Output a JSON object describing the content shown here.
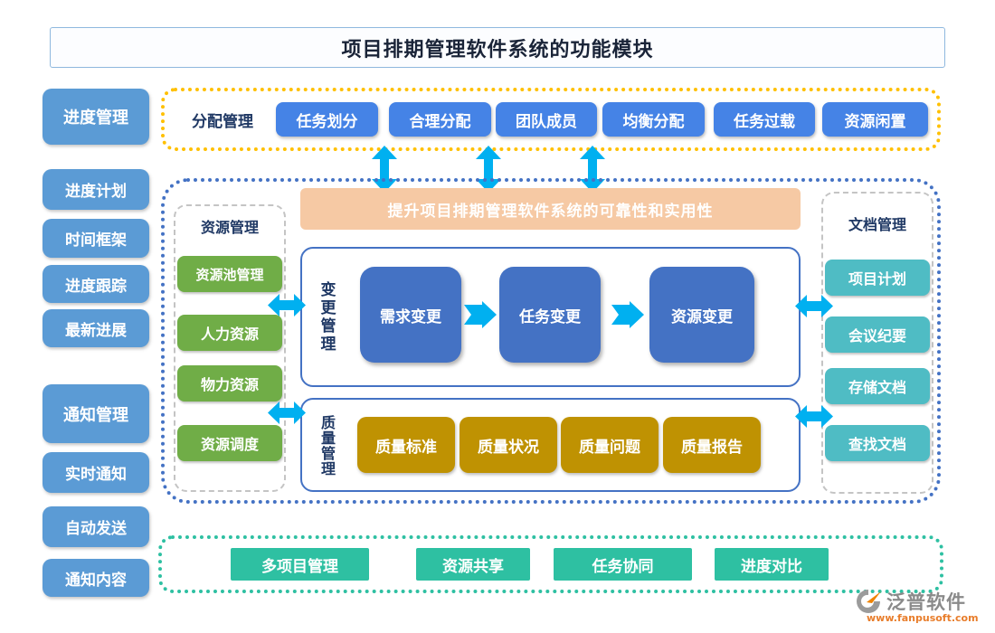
{
  "title": "项目排期管理软件系统的功能模块",
  "sidebar": {
    "items": [
      "进度管理",
      "进度计划",
      "时间框架",
      "进度跟踪",
      "最新进展",
      "通知管理",
      "实时通知",
      "自动发送",
      "通知内容"
    ]
  },
  "allocation": {
    "label": "分配管理",
    "items": [
      "任务划分",
      "合理分配",
      "团队成员",
      "均衡分配",
      "任务过载",
      "资源闲置"
    ]
  },
  "core": {
    "banner": "提升项目排期管理软件系统的可靠性和实用性",
    "resource": {
      "label": "资源管理",
      "items": [
        "资源池管理",
        "人力资源",
        "物力资源",
        "资源调度"
      ]
    },
    "change": {
      "label": "变更管理",
      "items": [
        "需求变更",
        "任务变更",
        "资源变更"
      ]
    },
    "quality": {
      "label": "质量管理",
      "items": [
        "质量标准",
        "质量状况",
        "质量问题",
        "质量报告"
      ]
    },
    "document": {
      "label": "文档管理",
      "items": [
        "项目计划",
        "会议纪要",
        "存储文档",
        "查找文档"
      ]
    }
  },
  "collaboration": {
    "items": [
      "多项目管理",
      "资源共享",
      "任务协同",
      "进度对比"
    ]
  },
  "footer": {
    "brand": "泛普软件",
    "url": "www.fanpusoft.com"
  },
  "icons": {
    "vertical_double_arrow": "double-arrow-vertical-icon",
    "horizontal_double_arrow": "double-arrow-horizontal-icon",
    "flow_arrow_right": "arrow-right-icon",
    "logo_mark": "fanpu-logo-icon"
  },
  "colors": {
    "sidebar_blue": "#5b9bd5",
    "top_button_blue": "#4583e6",
    "node_blue": "#4472c4",
    "green": "#70ad47",
    "gold": "#bf9202",
    "teal_right": "#4fbcc4",
    "teal_bottom": "#2ec0a2",
    "dotted_yellow": "#ffc000",
    "dotted_blue": "#4472c4",
    "dotted_teal": "#2ec0a2",
    "arrow_cyan": "#00b0f0",
    "banner_peach": "#f6c9a4",
    "label_navy": "#1f3864",
    "brand_gray": "#8a8a8a",
    "brand_orange": "#e87d2b"
  }
}
